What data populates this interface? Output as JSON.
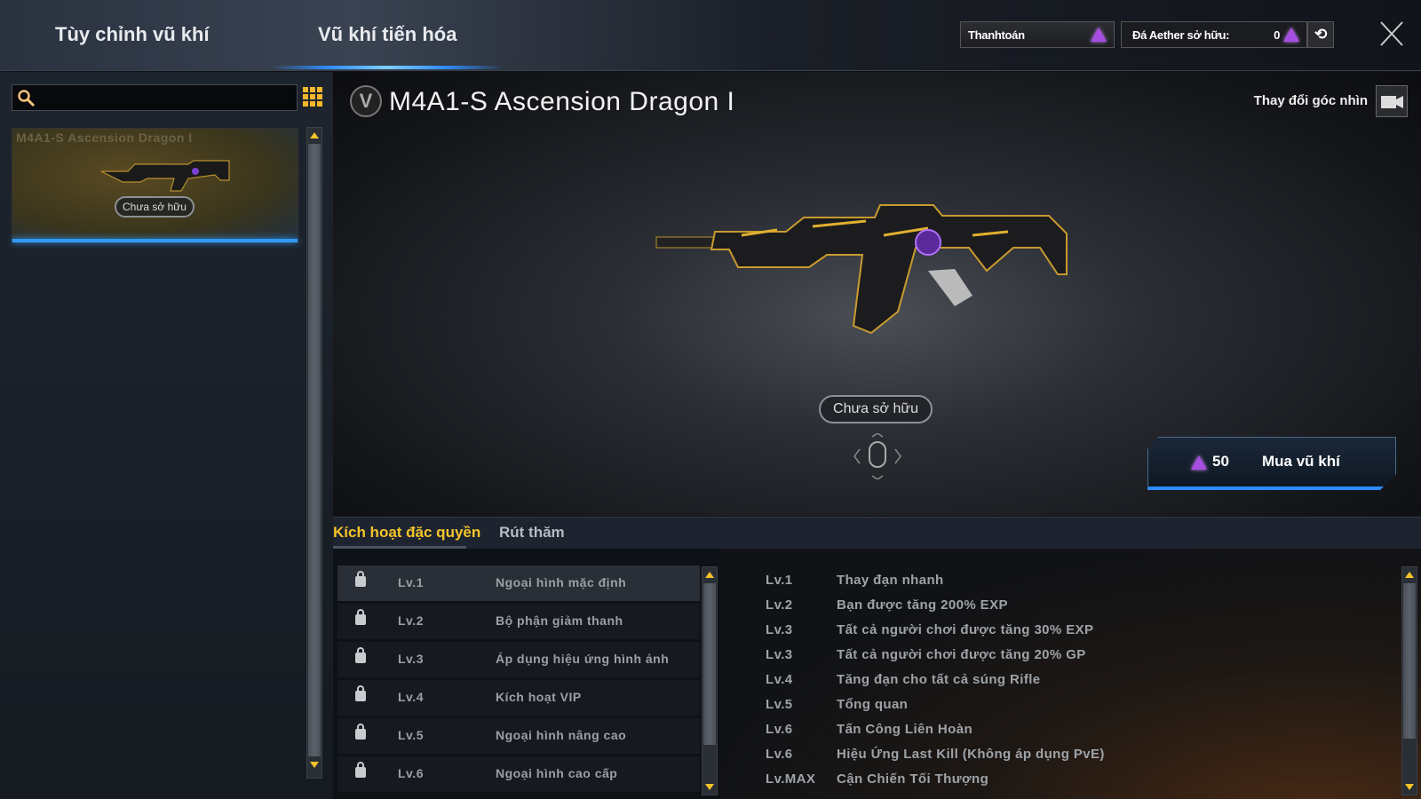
{
  "top_tabs": [
    "Tùy chỉnh vũ khí",
    "Vũ khí tiến hóa"
  ],
  "payment": {
    "label": "Thanhtoán",
    "icon": "aether-gem-icon"
  },
  "aether": {
    "label": "Đá Aether sở hữu:",
    "value": "0"
  },
  "weapon_list": [
    {
      "name": "M4A1-S Ascension Dragon I",
      "status": "Chưa sở hữu"
    }
  ],
  "weapon": {
    "title": "M4A1-S Ascension Dragon I",
    "status": "Chưa sở hữu"
  },
  "view_change_label": "Thay đổi góc nhìn",
  "buy": {
    "price": "50",
    "label": "Mua vũ khí"
  },
  "sub_tabs": [
    "Kích hoạt đặc quyền",
    "Rút thăm"
  ],
  "privileges": [
    {
      "level": "Lv.1",
      "name": "Ngoại hình mặc định"
    },
    {
      "level": "Lv.2",
      "name": "Bộ phận giảm thanh"
    },
    {
      "level": "Lv.3",
      "name": "Áp dụng hiệu ứng hình ảnh"
    },
    {
      "level": "Lv.4",
      "name": "Kích hoạt VIP"
    },
    {
      "level": "Lv.5",
      "name": "Ngoại hình nâng cao"
    },
    {
      "level": "Lv.6",
      "name": "Ngoại hình cao cấp"
    }
  ],
  "benefits": [
    {
      "level": "Lv.1",
      "text": "Thay đạn nhanh"
    },
    {
      "level": "Lv.2",
      "text": "Bạn được tăng 200%  EXP"
    },
    {
      "level": "Lv.3",
      "text": "Tất cả người chơi được tăng 30% EXP"
    },
    {
      "level": "Lv.3",
      "text": "Tất cả người chơi được tăng 20% GP"
    },
    {
      "level": "Lv.4",
      "text": "Tăng đạn cho tất cả súng Rifle"
    },
    {
      "level": "Lv.5",
      "text": "Tổng quan"
    },
    {
      "level": "Lv.6",
      "text": "Tấn Công Liên Hoàn"
    },
    {
      "level": "Lv.6",
      "text": "Hiệu Ứng Last Kill (Không áp dụng PvE)"
    },
    {
      "level": "Lv.MAX",
      "text": "Cận Chiến Tối Thượng"
    }
  ],
  "colors": {
    "accent_yellow": "#f5c32a",
    "accent_blue": "#2e8cff",
    "gem": "#a64ee0"
  }
}
